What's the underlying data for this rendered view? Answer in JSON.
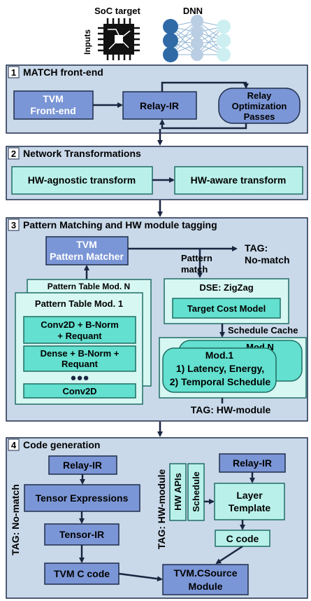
{
  "header": {
    "soc_label": "SoC target",
    "dnn_label": "DNN",
    "inputs_label": "Inputs"
  },
  "s1": {
    "num": "1",
    "title": "MATCH front-end",
    "tvm_l1": "TVM",
    "tvm_l2": "Front-end",
    "relay": "Relay-IR",
    "opt_l1": "Relay",
    "opt_l2": "Optimization",
    "opt_l3": "Passes"
  },
  "s2": {
    "num": "2",
    "title": "Network Transformations",
    "agnostic": "HW-agnostic transform",
    "aware": "HW-aware transform"
  },
  "s3": {
    "num": "3",
    "title": "Pattern Matching and HW module tagging",
    "pm_l1": "TVM",
    "pm_l2": "Pattern Matcher",
    "tag_nomatch_l1": "TAG:",
    "tag_nomatch_l2": "No-match",
    "pattern_match_l1": "Pattern",
    "pattern_match_l2": "match",
    "table_n": "Pattern Table Mod. N",
    "table_1": "Pattern Table Mod. 1",
    "p1_l1": "Conv2D + B-Norm",
    "p1_l2": "+ Requant",
    "p2_l1": "Dense + B-Norm +",
    "p2_l2": "Requant",
    "dots": "●●●",
    "p3": "Conv2D",
    "dse": "DSE: ZigZag",
    "cost_model": "Target Cost Model",
    "schedule_cache": "Schedule Cache",
    "modn": "Mod.N",
    "mod1": "Mod.1",
    "mod1_l1": "1) Latency, Energy,",
    "mod1_l2": "2) Temporal Schedule",
    "tag_hw": "TAG: HW-module"
  },
  "s4": {
    "num": "4",
    "title": "Code generation",
    "relay_l": "Relay-IR",
    "tensor_expr": "Tensor Expressions",
    "tensor_ir": "Tensor-IR",
    "tvm_c": "TVM C code",
    "tag_nomatch": "TAG: No-match",
    "tag_hw": "TAG: HW-module",
    "hw_apis": "HW APIs",
    "schedule": "Schedule",
    "relay_r": "Relay-IR",
    "layer_l1": "Layer",
    "layer_l2": "Template",
    "c_code": "C code",
    "csource_l1": "TVM.CSource",
    "csource_l2": "Module"
  },
  "colors": {
    "panel": "#c9d9ea",
    "blue_box": "#7b96d6",
    "cyan_box": "#b9f1ea",
    "teal_box": "#63e0cf",
    "wire": "#1a2540"
  }
}
